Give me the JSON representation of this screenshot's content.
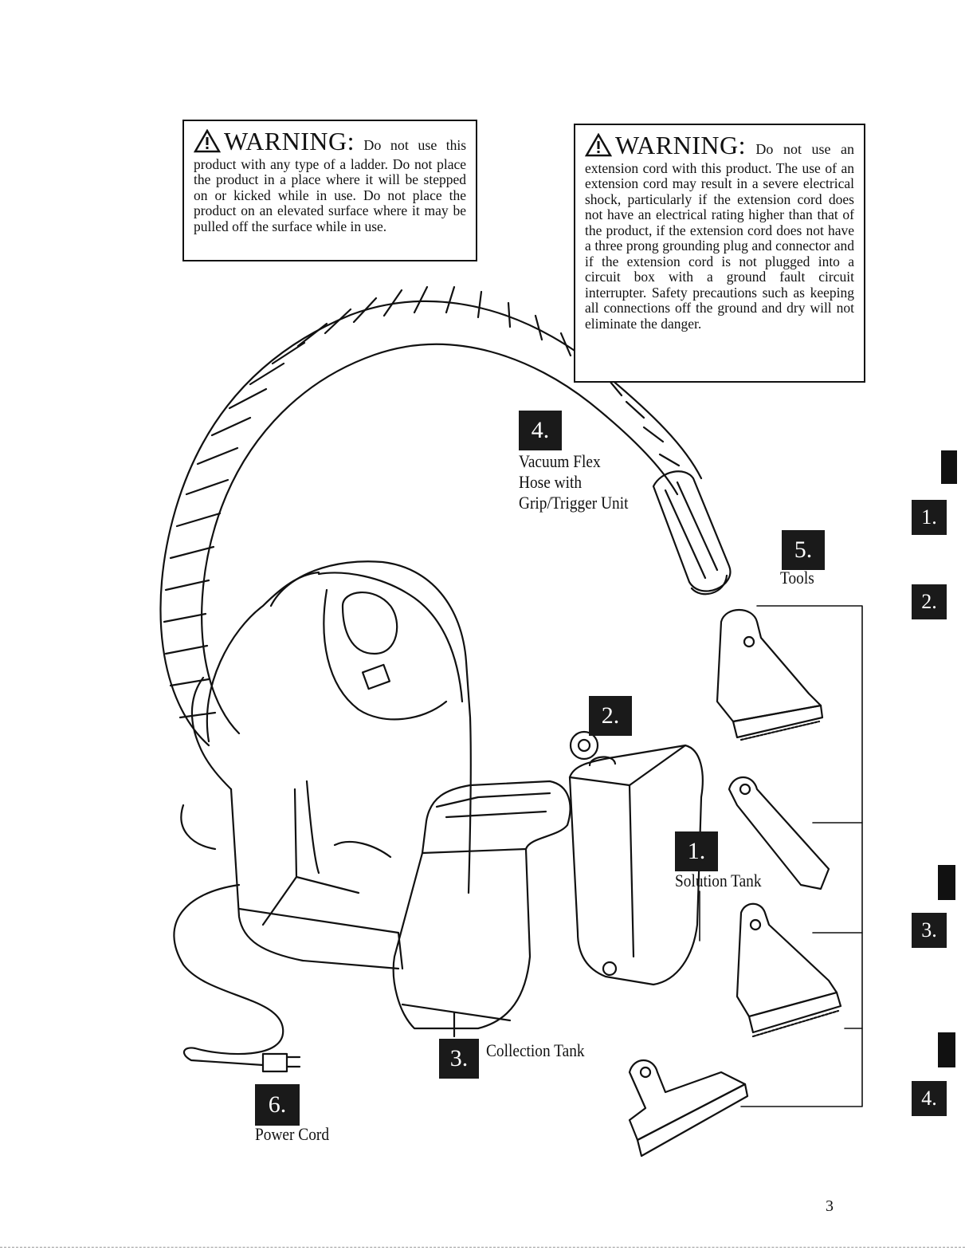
{
  "warning_top_left": {
    "heading": "WARNING:",
    "lead": "Do not use",
    "body": "this product with any type of a ladder. Do not place the product in a place where it will be stepped on or kicked while in use. Do not place the product on an elevated surface where it may be pulled off the surface while in use."
  },
  "warning_top_right": {
    "heading": "WARNING:",
    "lead": "Do not use an",
    "body": "extension cord with this product. The use of an extension cord may result in a severe electrical shock, particularly if the extension cord does not have an electrical rating higher than that of the product, if the extension cord does not have a three prong grounding plug and connector and if the extension cord is not plugged into a circuit box with a ground fault circuit interrupter. Safety precautions such as keeping all connections off the ground and dry will not eliminate the danger."
  },
  "parts": [
    {
      "number": "4.",
      "label": "Vacuum Flex Hose with Grip/Trigger Unit"
    },
    {
      "number": "5.",
      "label": "Tools"
    },
    {
      "number": "2.",
      "label": ""
    },
    {
      "number": "1.",
      "label": "Solution Tank"
    },
    {
      "number": "3.",
      "label": "Collection Tank"
    },
    {
      "number": "6.",
      "label": "Power Cord"
    }
  ],
  "side_tabs": [
    "1.",
    "2.",
    "3.",
    "4."
  ],
  "page_number": "3"
}
